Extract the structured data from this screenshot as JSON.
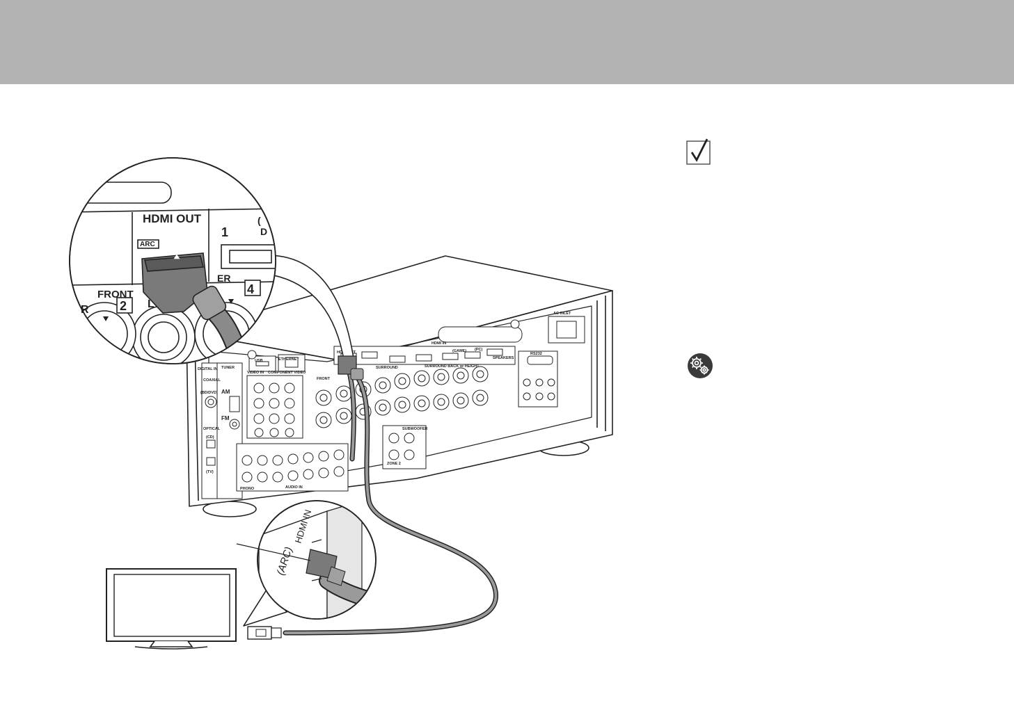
{
  "diagram": {
    "zoom_top": {
      "hdmi_out": "HDMI OUT",
      "arc": "ARC",
      "front": "FRONT",
      "num_1": "1",
      "num_2": "2",
      "num_4": "4",
      "r": "R",
      "l": "L",
      "er": "ER",
      "paren_d": "(",
      "letter_d": "D"
    },
    "zoom_bottom": {
      "hdmi_in": "HDMI IN",
      "arc": "(ARC)"
    },
    "receiver": {
      "digital_in": "DIGITAL IN",
      "tuner": "TUNER",
      "coaxial": "COAXIAL",
      "bd_dvd": "(BD/DVD)",
      "optical": "OPTICAL",
      "cd": "(CD)",
      "tv": "(TV)",
      "am": "AM",
      "fm": "FM",
      "usb": "USB",
      "ethernet": "ETHERNET",
      "video_in": "VIDEO IN",
      "component_video": "COMPONENT VIDEO",
      "hdmi_in": "HDMI IN",
      "hdmi_out": "HDMI OUT",
      "speakers": "SPEAKERS",
      "ac_inlet": "AC INLET",
      "front": "FRONT",
      "surround": "SURROUND",
      "surround_back": "SURROUND BACK or HEIGHT",
      "zone2": "ZONE 2",
      "subwoofer": "SUBWOOFER",
      "phono": "PHONO",
      "audio_in": "AUDIO IN",
      "rs232": "RS232",
      "game": "(GAME)",
      "pc": "(PC)"
    }
  },
  "icons": {
    "check": "check-icon",
    "settings": "gear-icon"
  },
  "colors": {
    "header": "#b3b3b3",
    "icon_dark": "#3a3a3a"
  }
}
